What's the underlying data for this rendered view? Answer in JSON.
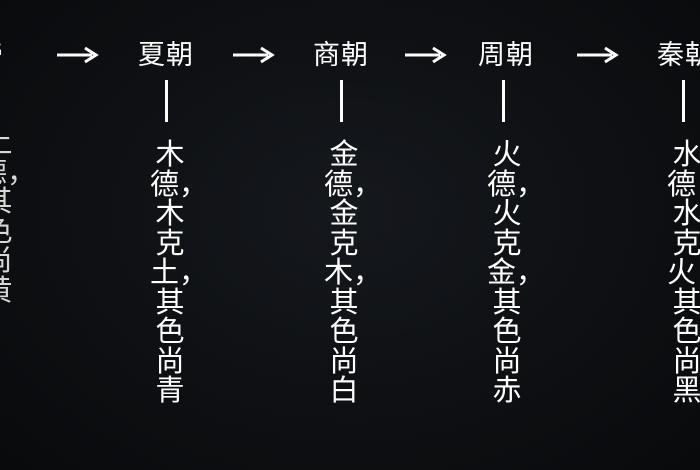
{
  "nodes": [
    {
      "id": "huangdi",
      "title": "帝",
      "desc": "土德，其色尚黄"
    },
    {
      "id": "xia",
      "title": "夏朝",
      "desc": "木德，木克土，其色尚青"
    },
    {
      "id": "shang",
      "title": "商朝",
      "desc": "金德，金克木，其色尚白"
    },
    {
      "id": "zhou",
      "title": "周朝",
      "desc": "火德，火克金，其色尚赤"
    },
    {
      "id": "qin",
      "title": "秦朝",
      "desc": "水德，水克火，其色尚黑"
    }
  ],
  "colors": {
    "background": "#0d0f12",
    "foreground": "#ffffff"
  }
}
